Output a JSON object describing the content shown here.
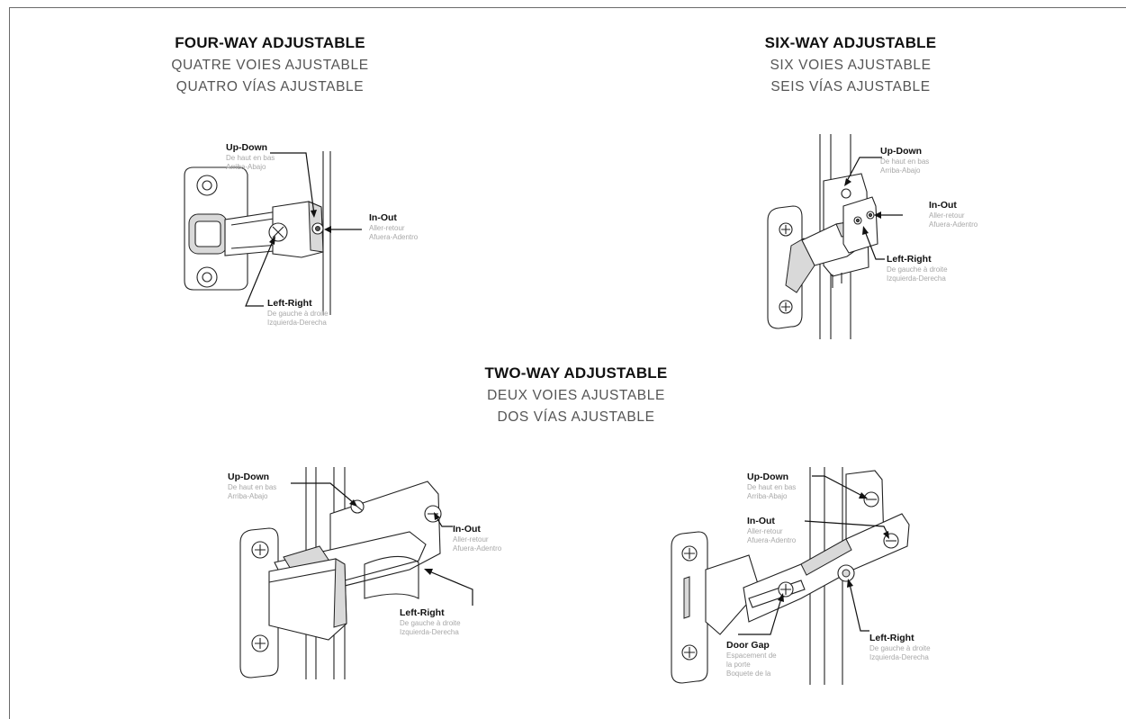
{
  "sections": {
    "four_way": {
      "title": "FOUR-WAY ADJUSTABLE",
      "fr": "QUATRE VOIES AJUSTABLE",
      "es": "QUATRO VÍAS AJUSTABLE"
    },
    "six_way": {
      "title": "SIX-WAY ADJUSTABLE",
      "fr": "SIX VOIES AJUSTABLE",
      "es": "SEIS VÍAS AJUSTABLE"
    },
    "two_way": {
      "title": "TWO-WAY ADJUSTABLE",
      "fr": "DEUX VOIES AJUSTABLE",
      "es": "DOS VÍAS AJUSTABLE"
    }
  },
  "labels": {
    "up_down": {
      "en": "Up-Down",
      "fr": "De haut en bas",
      "es": "Arriba-Abajo"
    },
    "in_out": {
      "en": "In-Out",
      "fr": "Aller-retour",
      "es": "Afuera-Adentro"
    },
    "left_right": {
      "en": "Left-Right",
      "fr": "De gauche à droite",
      "es": "Izquierda-Derecha"
    },
    "door_gap": {
      "en": "Door Gap",
      "fr1": "Espacement de",
      "fr2": "la porte",
      "es": "Boquete de la"
    }
  }
}
